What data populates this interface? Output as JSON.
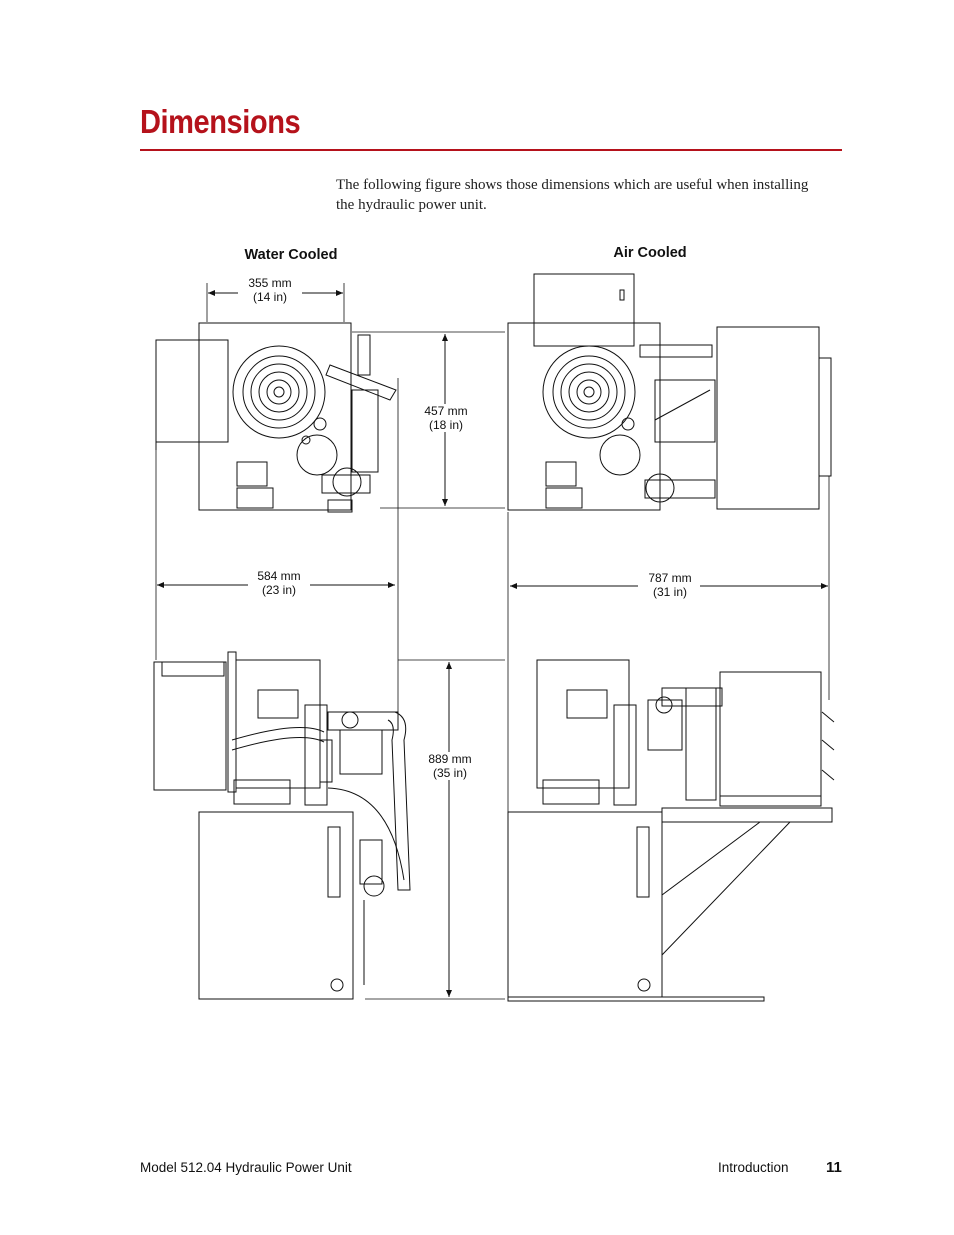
{
  "page": {
    "title": "Dimensions",
    "intro": "The following figure shows those dimensions which are useful when installing the hydraulic power unit."
  },
  "figure": {
    "water_cooled_label": "Water Cooled",
    "air_cooled_label": "Air Cooled",
    "dim_355_mm": "355 mm",
    "dim_355_in": "(14 in)",
    "dim_457_mm": "457 mm",
    "dim_457_in": "(18  in)",
    "dim_584_mm": "584 mm",
    "dim_584_in": "(23 in)",
    "dim_787_mm": "787 mm",
    "dim_787_in": "(31 in)",
    "dim_889_mm": "889 mm",
    "dim_889_in": "(35 in)"
  },
  "footer": {
    "model": "Model 512.04 Hydraulic Power Unit",
    "section": "Introduction",
    "page_number": "11"
  },
  "colors": {
    "accent": "#b5121b"
  }
}
